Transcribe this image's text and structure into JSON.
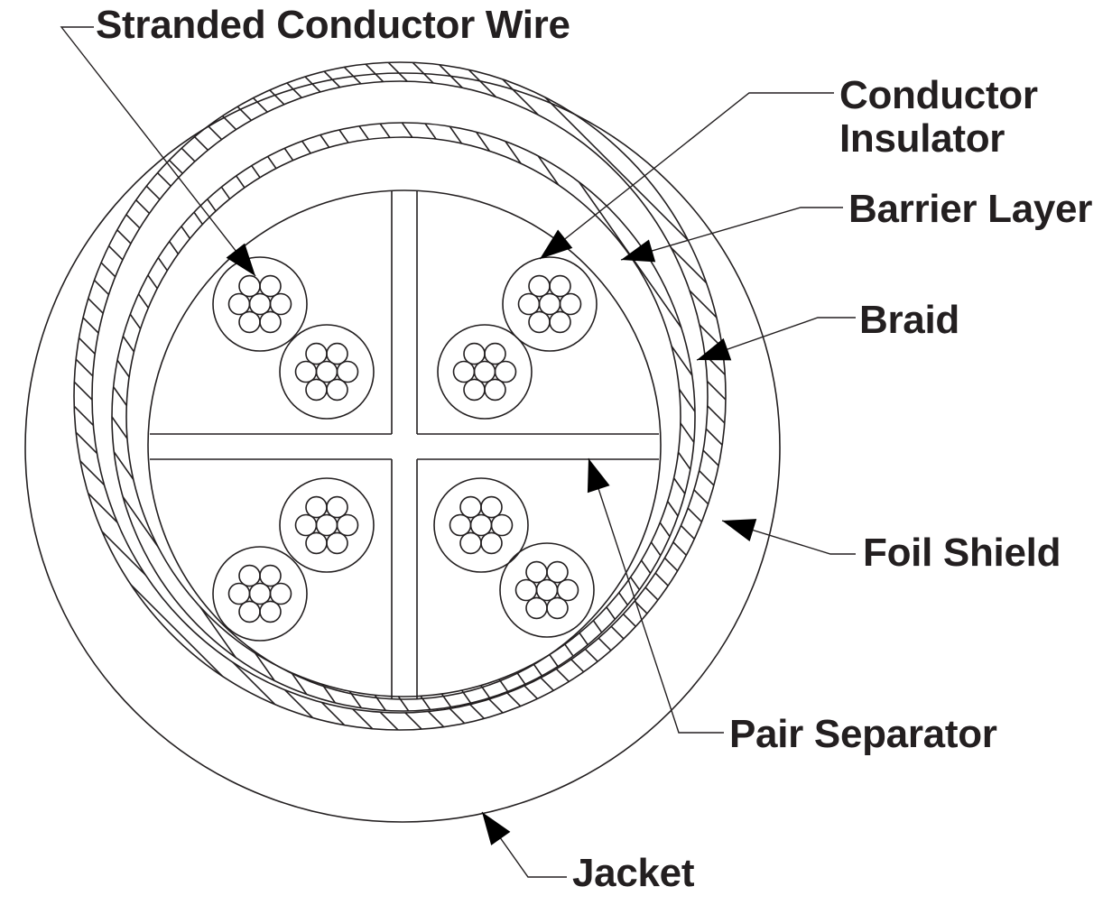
{
  "labels": {
    "stranded_conductor_wire": "Stranded Conductor Wire",
    "conductor_insulator_line1": "Conductor",
    "conductor_insulator_line2": "Insulator",
    "barrier_layer": "Barrier Layer",
    "braid": "Braid",
    "foil_shield": "Foil Shield",
    "pair_separator": "Pair Separator",
    "jacket": "Jacket"
  },
  "colors": {
    "line": "#231f20",
    "background": "#ffffff"
  },
  "structure": {
    "pairs": 4,
    "conductors_per_pair": 2,
    "strands_per_conductor": 7
  }
}
